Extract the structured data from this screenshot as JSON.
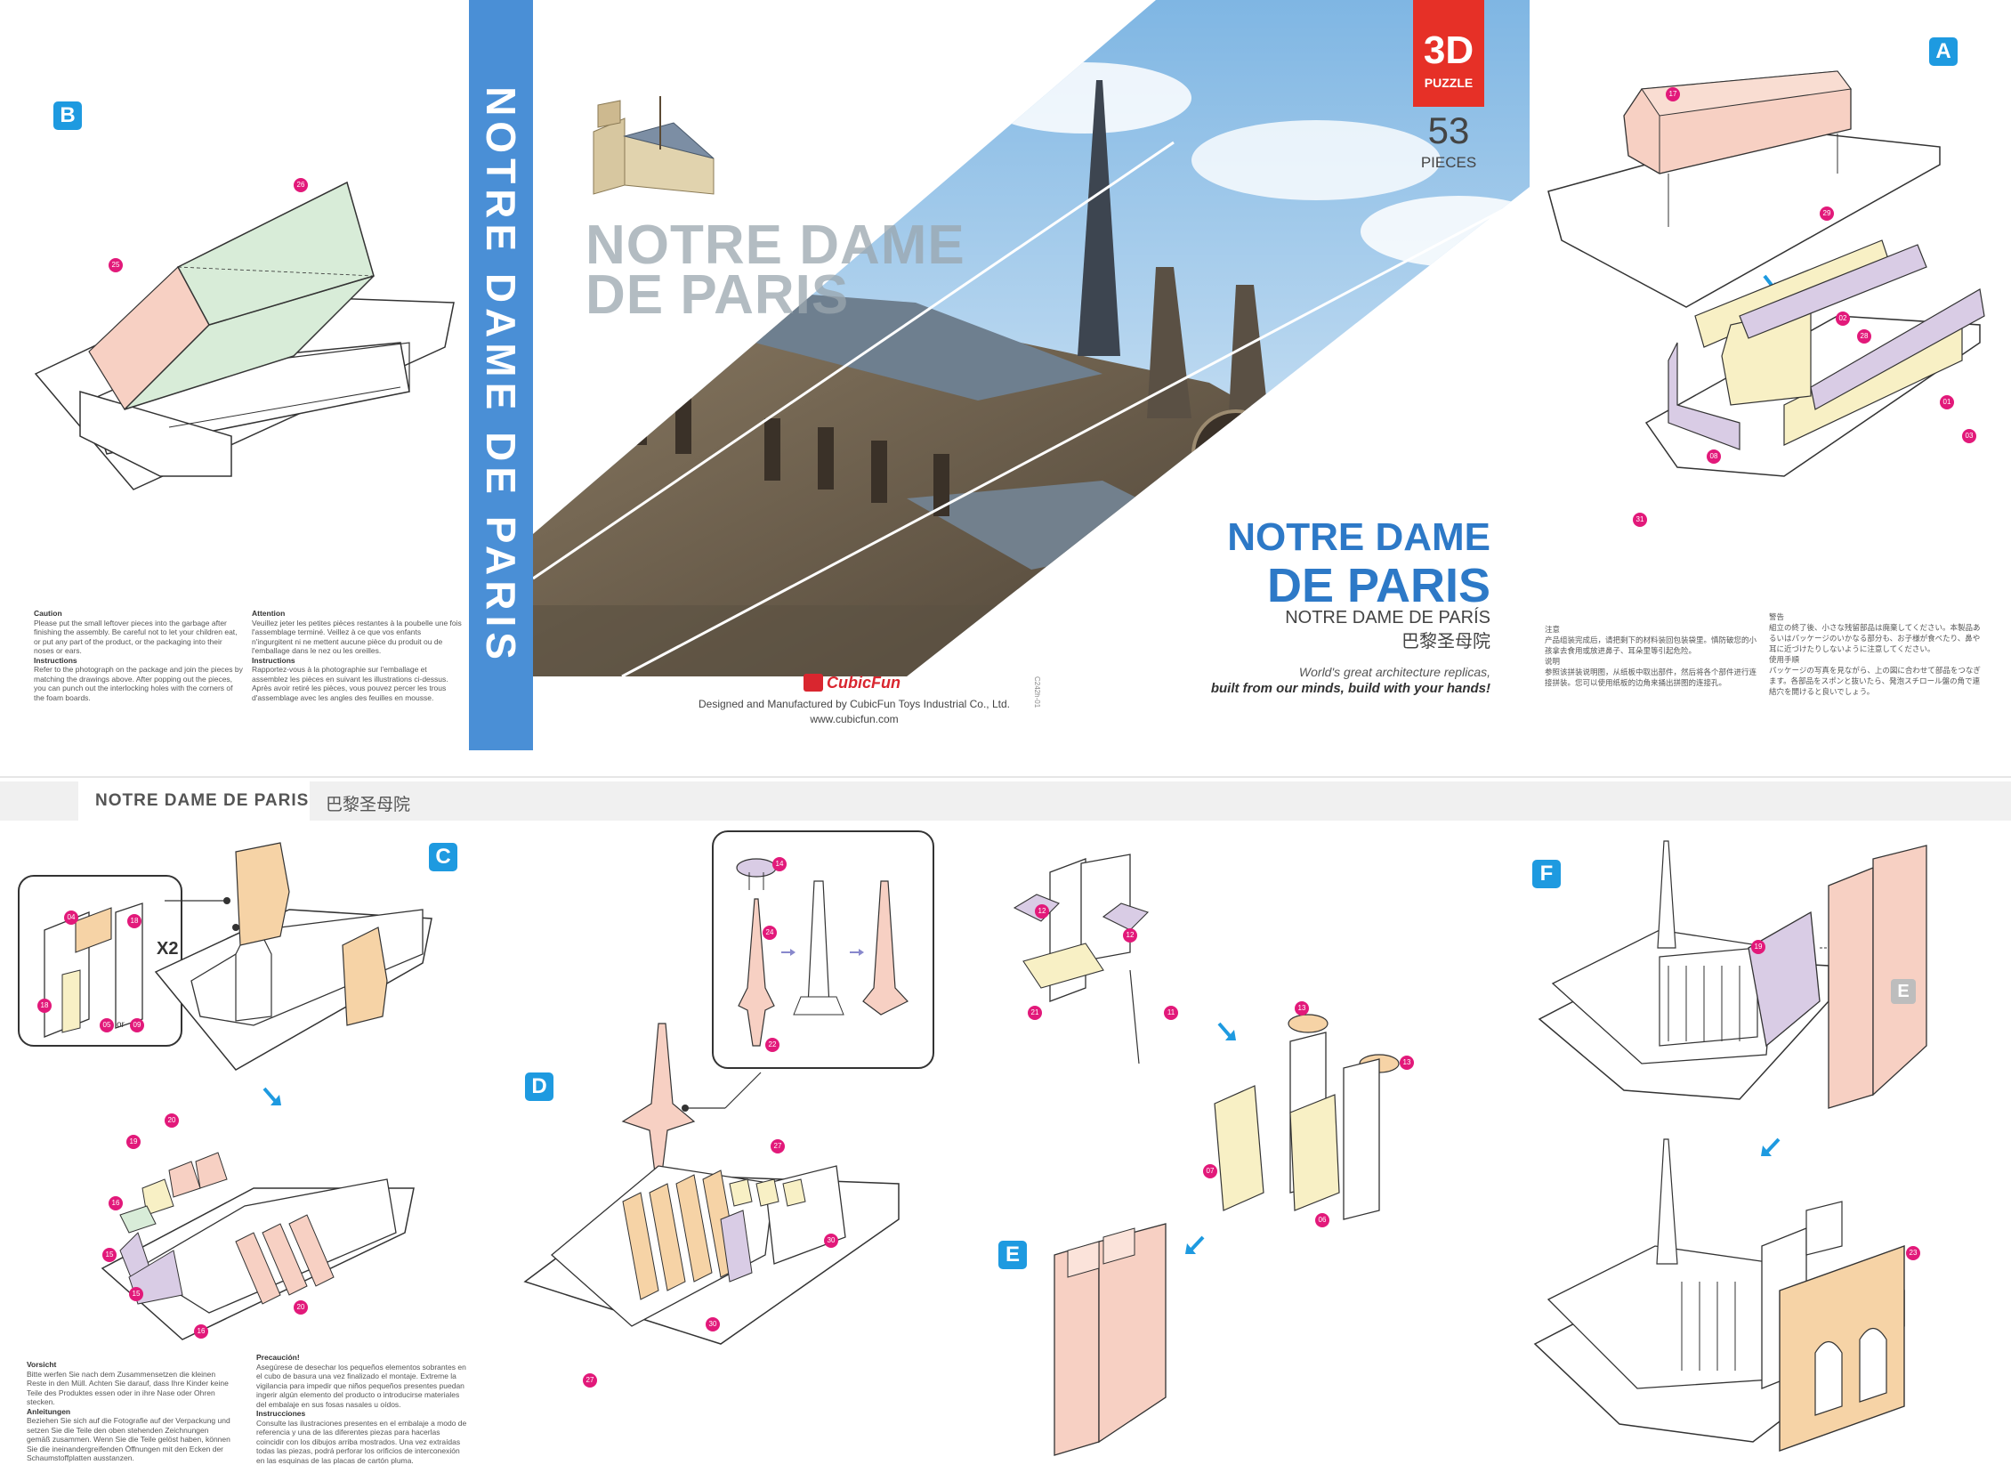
{
  "cover": {
    "spine_title": "NOTRE DAME DE PARIS",
    "badge_3d": "3D",
    "badge_puzzle": "PUZZLE",
    "pieces_count": "53",
    "pieces_label": "PIECES",
    "photo_overlay_line1": "NOTRE DAME",
    "photo_overlay_line2": "DE PARIS",
    "title_line1": "NOTRE DAME",
    "title_line2": "DE PARIS",
    "subtitle_es": "NOTRE DAME DE PARÍS",
    "subtitle_cn": "巴黎圣母院",
    "tagline_1": "World's great architecture replicas,",
    "tagline_2": "built from our minds, build with your hands!",
    "brand": "CubicFun",
    "maker": "Designed and Manufactured by CubicFun Toys Industrial Co., Ltd.",
    "website": "www.cubicfun.com",
    "code": "C242h-01"
  },
  "text_en": {
    "caution_title": "Caution",
    "caution_body": "Please put the small leftover pieces into the garbage after finishing the assembly. Be careful not to let your children eat, or put any part of the product, or the packaging into their noses or ears.",
    "instructions_title": "Instructions",
    "instructions_body": "Refer to the photograph on the package and join the pieces by matching the drawings above. After popping out the pieces, you can punch out the interlocking holes with the corners of the foam boards."
  },
  "text_fr": {
    "caution_title": "Attention",
    "caution_body": "Veuillez jeter les petites pièces restantes à la poubelle une fois l'assemblage terminé. Veillez à ce que vos enfants n'ingurgitent ni ne mettent aucune pièce du produit ou de l'emballage dans le nez ou les oreilles.",
    "instructions_title": "Instructions",
    "instructions_body": "Rapportez-vous à la photographie sur l'emballage et assemblez les pièces en suivant les illustrations ci-dessus. Après avoir retiré les pièces, vous pouvez percer les trous d'assemblage avec les angles des feuilles en mousse."
  },
  "text_cn": {
    "caution_title": "注意",
    "caution_body": "产品组装完成后，请把剩下的材料装回包装袋里。慎防破您的小孩拿去食用或放进鼻子、耳朵里等引起危险。",
    "instructions_title": "说明",
    "instructions_body": "参照该拼装说明图，从纸板中取出部件，然后将各个部件进行连接拼装。您可以使用纸板的边角来捅出拼图的连接孔。"
  },
  "text_jp": {
    "caution_title": "警告",
    "caution_body": "組立の終了後、小さな残留部品は廃棄してください。本製品あるいはパッケージのいかなる部分も、お子様が食べたり、鼻や耳に近づけたりしないように注意してください。",
    "instructions_title": "使用手順",
    "instructions_body": "パッケージの写真を見ながら、上の図に合わせて部品をつなぎます。各部品をスポンと抜いたら、発泡スチロール盤の角で連結穴を開けると良いでしょう。"
  },
  "text_de": {
    "caution_title": "Vorsicht",
    "caution_body": "Bitte werfen Sie nach dem Zusammensetzen die kleinen Reste in den Müll. Achten Sie darauf, dass Ihre Kinder keine Teile des Produktes essen oder in ihre Nase oder Ohren stecken.",
    "instructions_title": "Anleitungen",
    "instructions_body": "Beziehen Sie sich auf die Fotografie auf der Verpackung und setzen Sie die Teile den oben stehenden Zeichnungen gemäß zusammen. Wenn Sie die Teile gelöst haben, können Sie die ineinandergreifenden Öffnungen mit den Ecken der Schaumstoffplatten ausstanzen."
  },
  "text_es": {
    "caution_title": "Precaución!",
    "caution_body": "Asegúrese de desechar los pequeños elementos sobrantes en el cubo de basura una vez finalizado el montaje. Extreme la vigilancia para impedir que niños pequeños presentes puedan ingerir algún elemento del producto o introducirse materiales del embalaje en sus fosas nasales u oídos.",
    "instructions_title": "Instrucciones",
    "instructions_body": "Consulte las ilustraciones presentes en el embalaje a modo de referencia y una de las diferentes piezas para hacerlas coincidir con los dibujos arriba mostrados. Una vez extraídas todas las piezas, podrá perforar los orificios de interconexión en las esquinas de las placas de cartón pluma."
  },
  "banner": {
    "title": "NOTRE DAME DE PARIS",
    "title_cn": "巴黎圣母院"
  },
  "steps": {
    "a": "A",
    "b": "B",
    "c": "C",
    "d": "D",
    "e": "E",
    "f": "F"
  },
  "inset_multiplier": "X2",
  "inset_or": "or",
  "piece_numbers": {
    "a": [
      "17",
      "29",
      "02",
      "28",
      "01",
      "03",
      "08",
      "31"
    ],
    "b": [
      "26",
      "25"
    ],
    "c_inset": [
      "04",
      "18",
      "18",
      "05",
      "09"
    ],
    "c": [
      "20",
      "19",
      "16",
      "15",
      "15",
      "16",
      "20"
    ],
    "d_inset": [
      "14",
      "24",
      "22"
    ],
    "d": [
      "27",
      "30",
      "27",
      "30"
    ],
    "e1": [
      "12",
      "12",
      "21",
      "11",
      "13",
      "13",
      "07",
      "06"
    ],
    "f": [
      "19",
      "23"
    ]
  },
  "colors": {
    "step_blue": "#1e9ae0",
    "piece_magenta": "#e2197a",
    "spine_blue": "#4a8fd6",
    "title_blue": "#2d79c7",
    "badge_red": "#e63027",
    "piece_green": "#d8ecd8",
    "piece_pink": "#f7d0c3",
    "piece_yellow": "#f8f0c5",
    "piece_purple": "#d9cce5",
    "piece_orange": "#f6d3a6"
  }
}
